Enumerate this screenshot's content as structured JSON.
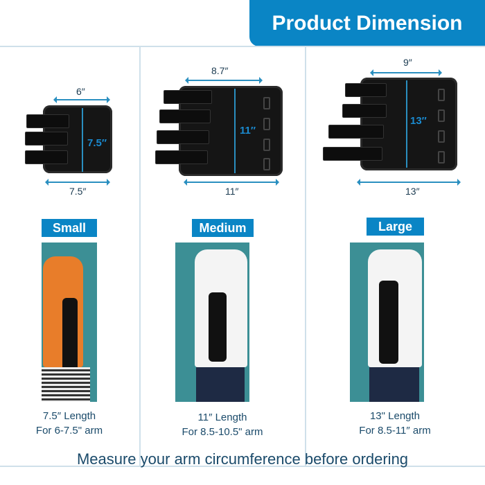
{
  "header": {
    "title": "Product Dimension"
  },
  "sizes": [
    {
      "label": "Small",
      "width": "6″",
      "height": "7.5″",
      "bottom": "7.5″",
      "caption_length": "7.5″  Length",
      "caption_arm": "For 6-7.5\" arm"
    },
    {
      "label": "Medium",
      "width": "8.7″",
      "height": "11″",
      "bottom": "11″",
      "caption_length": "11″  Length",
      "caption_arm": "For 8.5-10.5\" arm"
    },
    {
      "label": "Large",
      "width": "9″",
      "height": "13″",
      "bottom": "13″",
      "caption_length": "13\" Length",
      "caption_arm": "For 8.5-11″  arm"
    }
  ],
  "footer": {
    "text": "Measure your arm circumference before ordering"
  },
  "colors": {
    "accent": "#0a85c5",
    "text": "#1a4a6a"
  }
}
